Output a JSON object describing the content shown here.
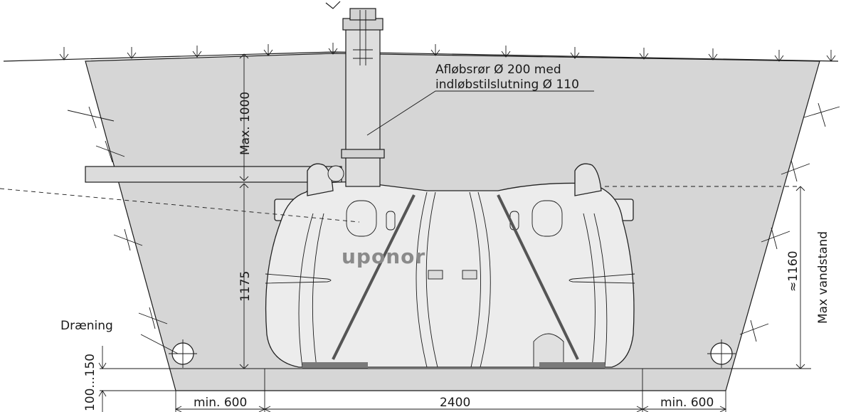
{
  "labels": {
    "pipe_callout_line1": "Afløbsrør Ø 200 med",
    "pipe_callout_line2": "indløbstilslutning Ø 110",
    "drainage": "Dræning",
    "brand": "uponor",
    "max_cover": "Max. 1000",
    "tank_height": "1175",
    "bed_thickness": "100...150",
    "tank_length": "2400",
    "clearance_left": "min. 600",
    "clearance_right": "min. 600",
    "water_level_value": "≈1160",
    "water_level_label": "Max vandstand"
  },
  "colors": {
    "backfill": "#d6d6d6",
    "tank": "#ececec",
    "line": "#1a1a1a",
    "strap": "#555555",
    "base_pad": "#7a7a7a"
  }
}
